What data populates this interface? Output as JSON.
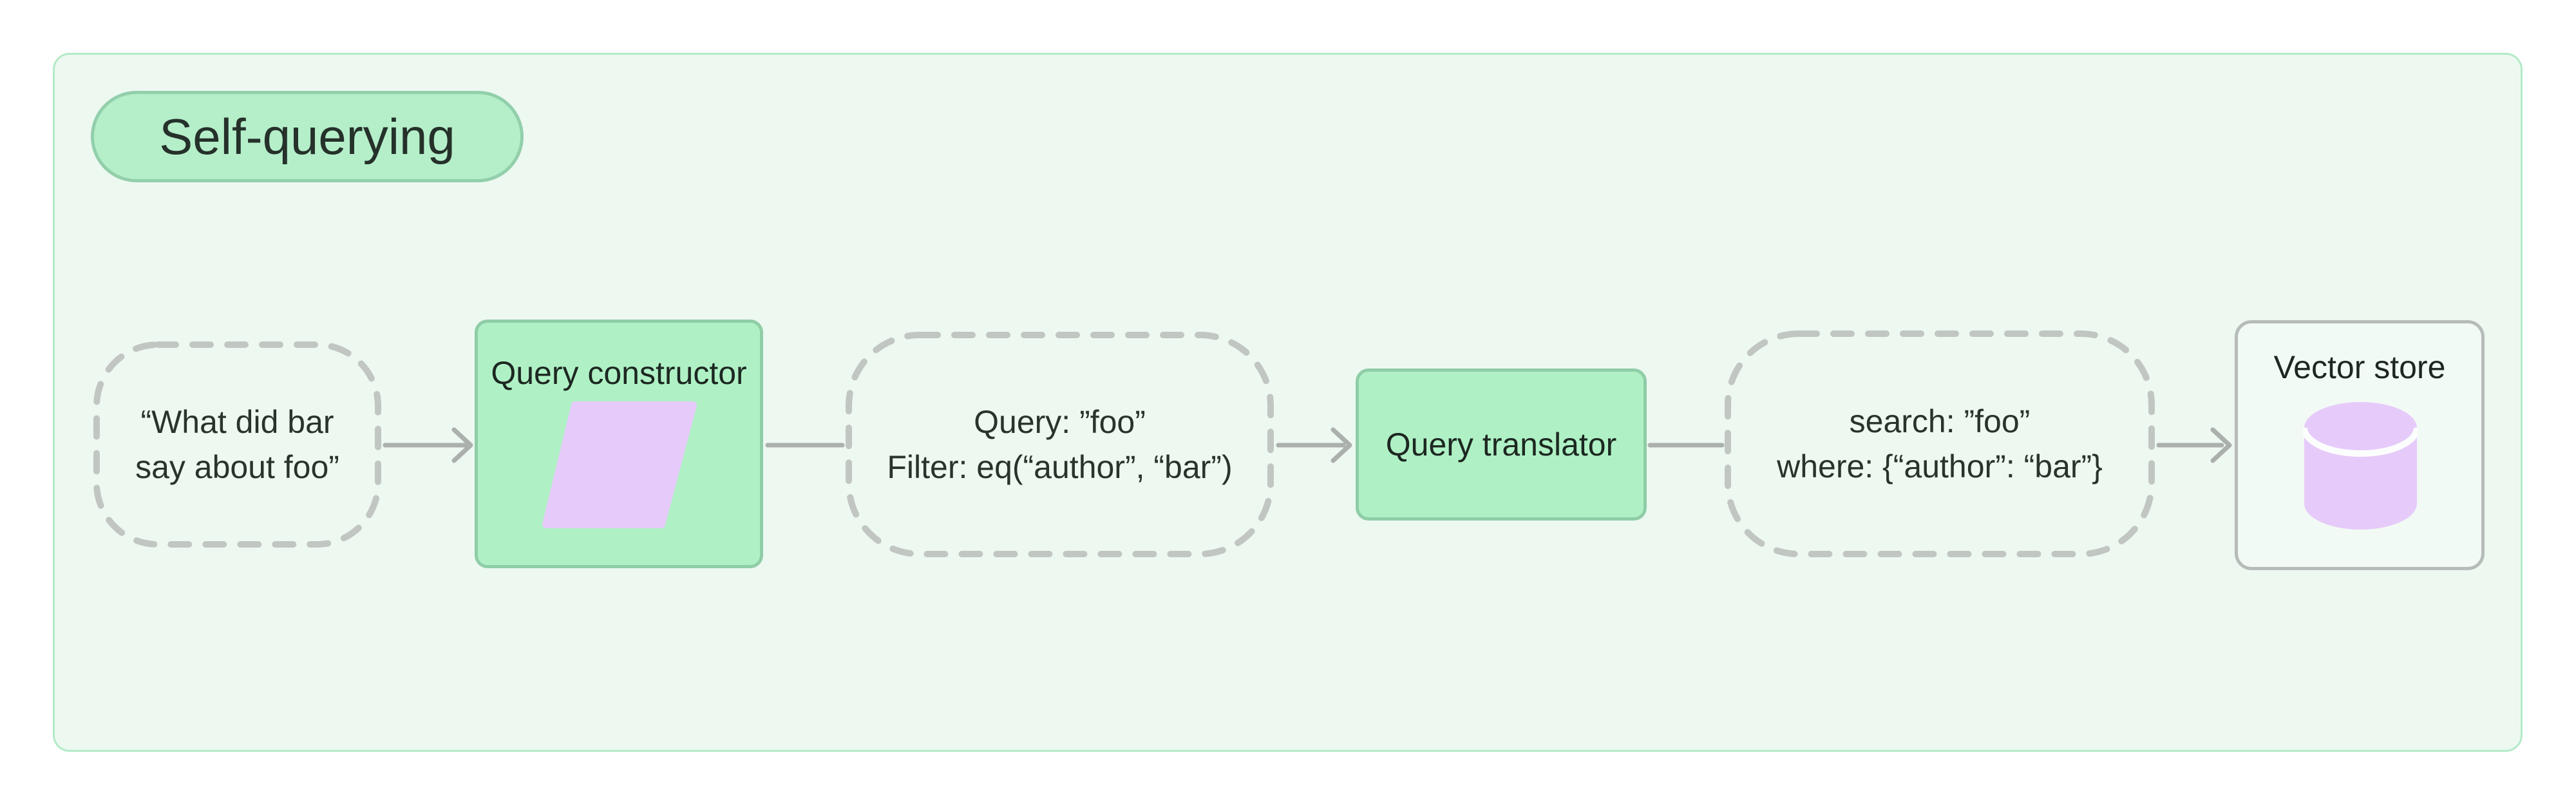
{
  "title": "Self-querying",
  "nodes": {
    "user_query": {
      "line1": "“What did bar",
      "line2": "say about foo”"
    },
    "query_constructor": {
      "label": "Query constructor"
    },
    "structured_query": {
      "line1": "Query: ”foo”",
      "line2": "Filter: eq(“author”, “bar”)"
    },
    "query_translator": {
      "label": "Query translator"
    },
    "translated_query": {
      "line1": "search: ”foo”",
      "line2": "where: {“author”: “bar”}"
    },
    "vector_store": {
      "label": "Vector store"
    }
  },
  "colors": {
    "container_bg": "#edf8f1",
    "container_border": "#b3eac7",
    "badge_bg": "#b5efca",
    "badge_border": "#92cfab",
    "green_node_bg": "#aff1c5",
    "green_node_border": "#8fcda7",
    "vector_store_bg": "#f2faf5",
    "vector_store_border": "#b6bcb9",
    "dashed_border": "#c1c6c2",
    "arrow": "#abb0ad",
    "accent_purple": "#e6cbfa",
    "text": "#29332c"
  }
}
